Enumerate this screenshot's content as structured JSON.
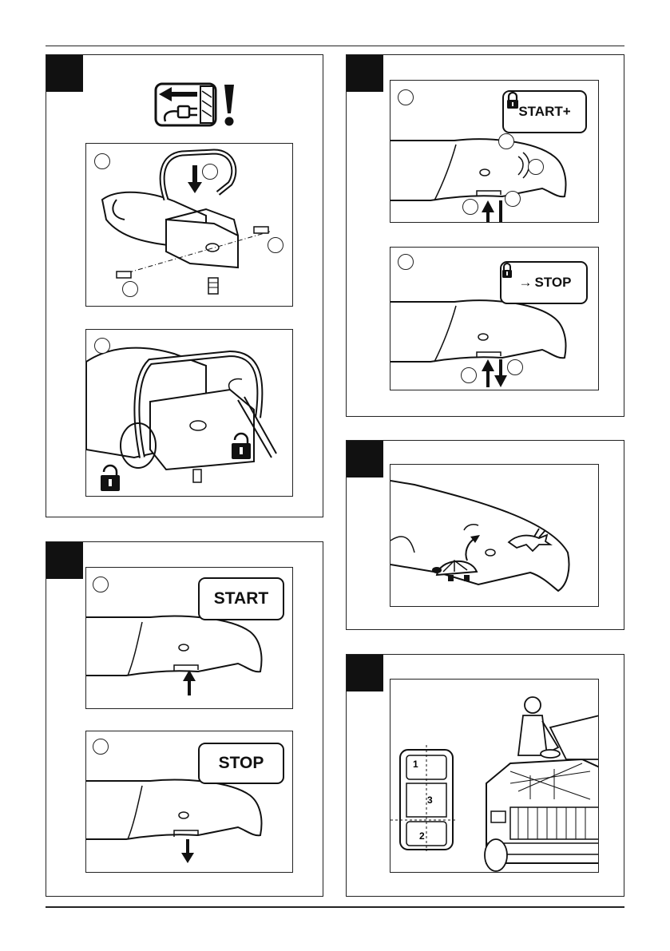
{
  "labels": {
    "start_lock_text": "START+",
    "stop_lock_text": "STOP",
    "start_text": "START",
    "stop_text": "STOP"
  },
  "car_zones": [
    "1",
    "2",
    "3"
  ],
  "colors": {
    "ink": "#111111",
    "paper": "#ffffff"
  }
}
